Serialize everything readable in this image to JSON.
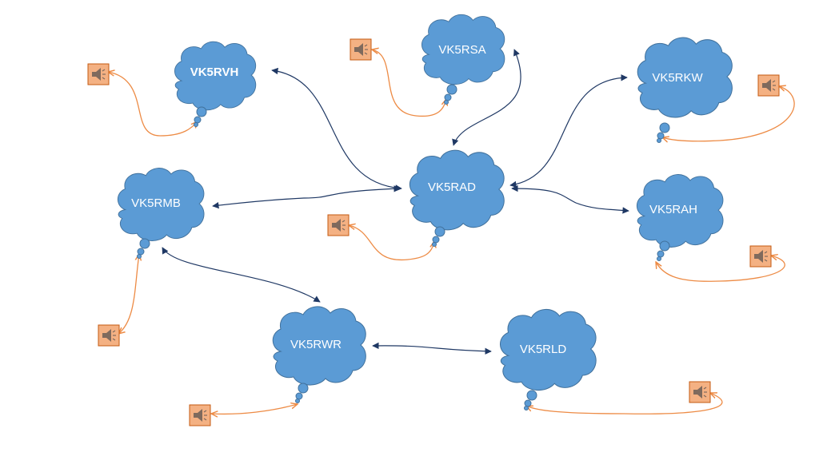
{
  "colors": {
    "cloud_fill": "#5b9bd5",
    "cloud_stroke": "#41719c",
    "link_line": "#1f3864",
    "audio_line": "#ed8b45",
    "speaker_fill": "#f4b183",
    "speaker_stroke": "#c55a11",
    "speaker_icon": "#7f6a5d"
  },
  "nodes": [
    {
      "id": "VK5RVH",
      "label": "VK5RVH",
      "bold": true
    },
    {
      "id": "VK5RSA",
      "label": "VK5RSA",
      "bold": false
    },
    {
      "id": "VK5RKW",
      "label": "VK5RKW",
      "bold": false
    },
    {
      "id": "VK5RMB",
      "label": "VK5RMB",
      "bold": false
    },
    {
      "id": "VK5RAD",
      "label": "VK5RAD",
      "bold": false
    },
    {
      "id": "VK5RAH",
      "label": "VK5RAH",
      "bold": false
    },
    {
      "id": "VK5RWR",
      "label": "VK5RWR",
      "bold": false
    },
    {
      "id": "VK5RLD",
      "label": "VK5RLD",
      "bold": false
    }
  ],
  "links": [
    {
      "from": "VK5RAD",
      "to": "VK5RVH"
    },
    {
      "from": "VK5RAD",
      "to": "VK5RSA"
    },
    {
      "from": "VK5RAD",
      "to": "VK5RKW"
    },
    {
      "from": "VK5RAD",
      "to": "VK5RMB"
    },
    {
      "from": "VK5RAD",
      "to": "VK5RAH"
    },
    {
      "from": "VK5RMB",
      "to": "VK5RWR"
    },
    {
      "from": "VK5RWR",
      "to": "VK5RLD"
    }
  ],
  "speakers": [
    {
      "node": "VK5RVH",
      "icon": "speaker-icon"
    },
    {
      "node": "VK5RSA",
      "icon": "speaker-icon"
    },
    {
      "node": "VK5RKW",
      "icon": "speaker-icon"
    },
    {
      "node": "VK5RMB",
      "icon": "speaker-icon"
    },
    {
      "node": "VK5RAD",
      "icon": "speaker-icon"
    },
    {
      "node": "VK5RAH",
      "icon": "speaker-icon"
    },
    {
      "node": "VK5RWR",
      "icon": "speaker-icon"
    },
    {
      "node": "VK5RLD",
      "icon": "speaker-icon"
    }
  ]
}
